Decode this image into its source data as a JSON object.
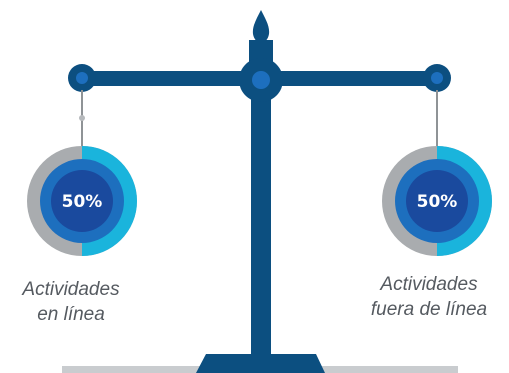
{
  "left": {
    "percent_label": "50%",
    "percent": 50,
    "caption_lines": [
      "Actividades",
      "en línea"
    ]
  },
  "right": {
    "percent_label": "50%",
    "percent": 50,
    "caption_lines": [
      "Actividades",
      "fuera de línea"
    ]
  },
  "colors": {
    "navy": "#0c4f80",
    "blue": "#1d6fbe",
    "dark_blue": "#1a4a9e",
    "cyan": "#1ab4dc",
    "gray_ring": "#a9acaf",
    "base_gray": "#c9cccf",
    "text": "#555a60"
  }
}
